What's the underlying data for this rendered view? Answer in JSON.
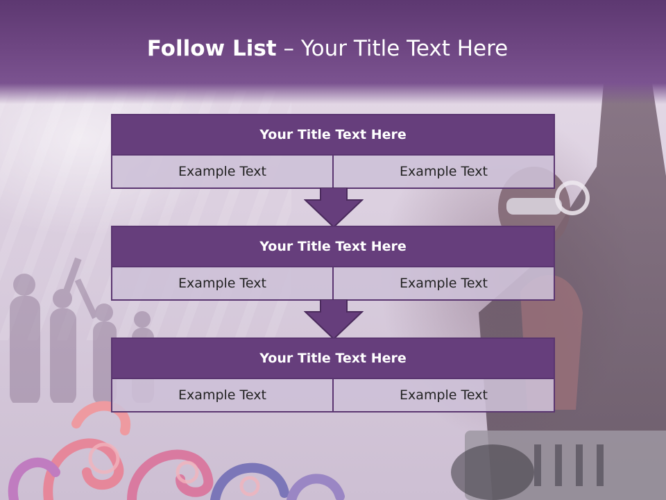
{
  "slide": {
    "title_bold": "Follow List",
    "title_rest": " – Your Title Text Here"
  },
  "blocks": [
    {
      "title": "Your Title Text Here",
      "left": "Example Text",
      "right": "Example Text"
    },
    {
      "title": "Your Title Text Here",
      "left": "Example Text",
      "right": "Example Text"
    },
    {
      "title": "Your Title Text Here",
      "left": "Example Text",
      "right": "Example Text"
    }
  ],
  "colors": {
    "header": "#663e7c",
    "cell_bg": "#cdc0d7",
    "border": "#5a3570"
  }
}
